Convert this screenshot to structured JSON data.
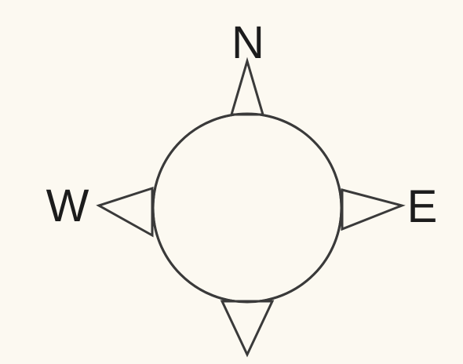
{
  "compass": {
    "north_label": "N",
    "south_label": "",
    "east_label": "E",
    "west_label": "W"
  },
  "colors": {
    "background": "#fcf9f1",
    "stroke": "#3a3a3a",
    "text": "#1c1c1c"
  }
}
